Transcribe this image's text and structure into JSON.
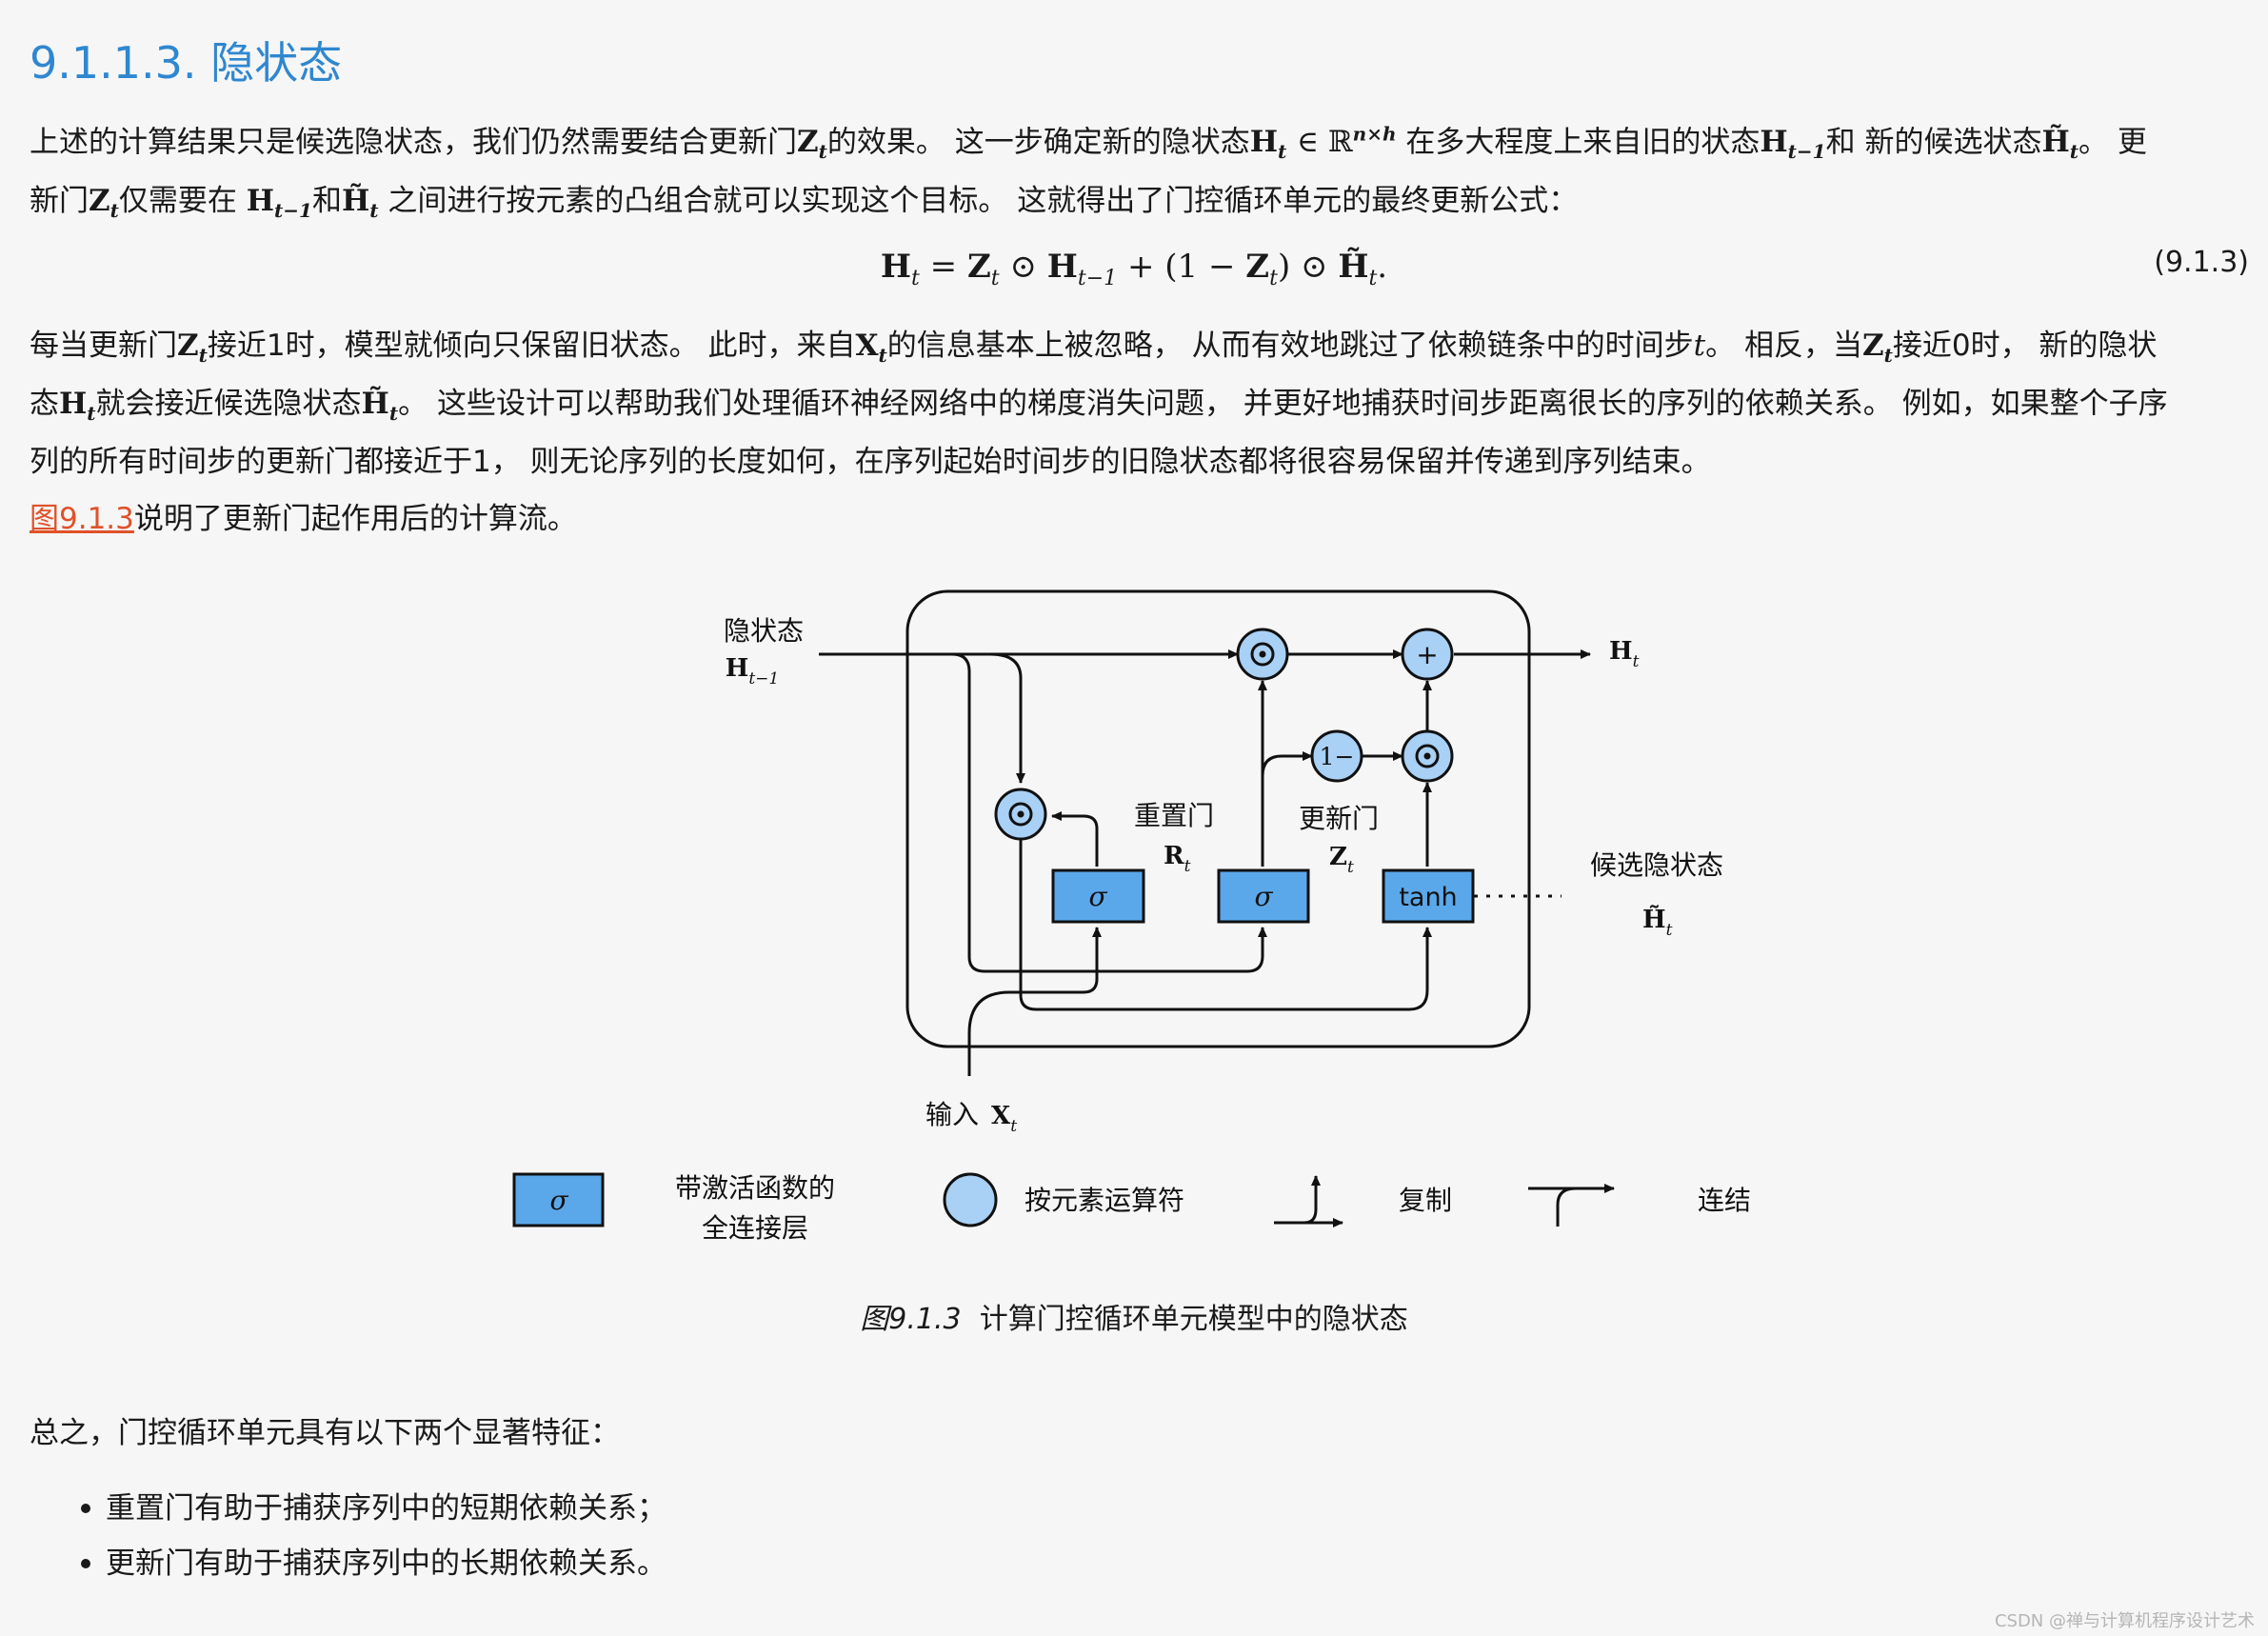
{
  "heading": "9.1.1.3. 隐状态",
  "para1": {
    "s1": "上述的计算结果只是候选隐状态，我们仍然需要结合更新门",
    "s2": "的效果。 这一步确定新的隐状态",
    "s3": "在多大程度上来自旧的状态",
    "s4": "和 新的候选状态",
    "s5": "。 更",
    "s6": "新门",
    "s7": "仅需要在 ",
    "s8": "和",
    "s9": " 之间进行按元素的凸组合就可以实现这个目标。 这就得出了门控循环单元的最终更新公式："
  },
  "equation_number": "(9.1.3)",
  "para2": {
    "s1": "每当更新门",
    "s2": "接近1时，模型就倾向只保留旧状态。 此时，来自",
    "s3": "的信息基本上被忽略， 从而有效地跳过了依赖链条中的时间步",
    "s4": "。 相反，当",
    "s5": "接近0时， 新的隐状",
    "s6": "态",
    "s7": "就会接近候选隐状态",
    "s8": "。 这些设计可以帮助我们处理循环神经网络中的梯度消失问题， 并更好地捕获时间步距离很长的序列的依赖关系。 例如，如果整个子序",
    "s9": "列的所有时间步的更新门都接近于1， 则无论序列的长度如何，在序列起始时间步的旧隐状态都将很容易保留并传递到序列结束。"
  },
  "para3": {
    "link": "图9.1.3",
    "text": "说明了更新门起作用后的计算流。"
  },
  "figure": {
    "label_hidden_state": "隐状态",
    "label_h_prev": "H",
    "label_h_prev_sub": "t−1",
    "label_h_out": "H",
    "label_h_out_sub": "t",
    "label_reset_gate": "重置门",
    "label_r": "R",
    "label_r_sub": "t",
    "label_update_gate": "更新门",
    "label_z": "Z",
    "label_z_sub": "t",
    "label_candidate": "候选隐状态",
    "label_h_tilde": "H̃",
    "label_h_tilde_sub": "t",
    "label_input": "输入",
    "label_x": "X",
    "label_x_sub": "t",
    "sigma": "σ",
    "tanh": "tanh",
    "plus": "+",
    "one_minus": "1−",
    "legend_fc_line1": "带激活函数的",
    "legend_fc_line2": "全连接层",
    "legend_elementwise": "按元素运算符",
    "legend_copy": "复制",
    "legend_concat": "连结",
    "colors": {
      "box_fill": "#5aa8ea",
      "circle_fill": "#a9d0f5",
      "stroke": "#111111"
    }
  },
  "caption": {
    "number": "图9.1.3",
    "text": "计算门控循环单元模型中的隐状态"
  },
  "summary": "总之，门控循环单元具有以下两个显著特征：",
  "bullets": [
    "重置门有助于捕获序列中的短期依赖关系；",
    "更新门有助于捕获序列中的长期依赖关系。"
  ],
  "watermark": "CSDN @禅与计算机程序设计艺术"
}
